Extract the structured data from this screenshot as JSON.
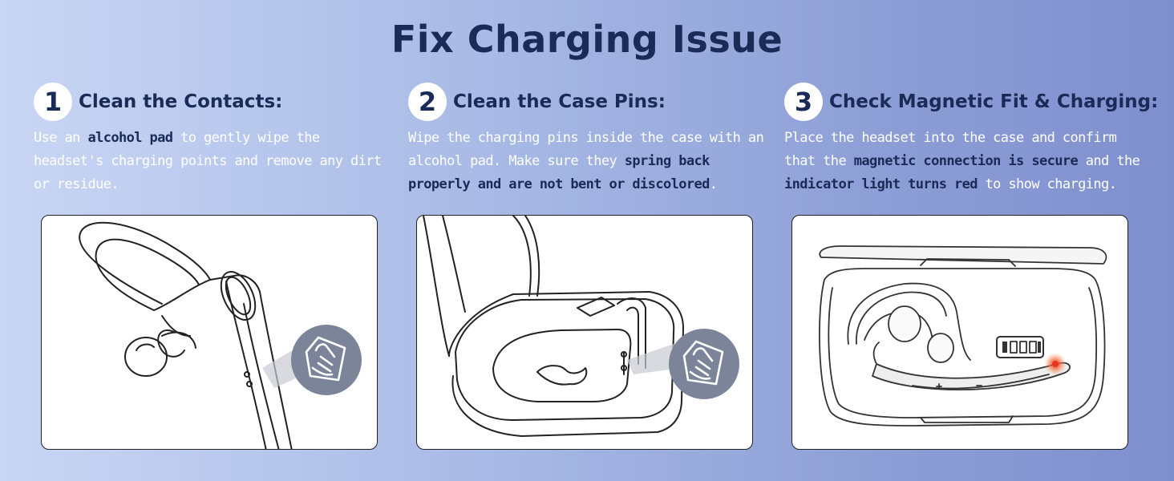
{
  "page": {
    "title": "Fix Charging Issue"
  },
  "steps": [
    {
      "number": "1",
      "title": "Clean the Contacts:",
      "desc": [
        {
          "text": "Use an ",
          "hl": false
        },
        {
          "text": "alcohol pad",
          "hl": true
        },
        {
          "text": " to gently wipe the headset's charging points and remove any dirt or residue.",
          "hl": false
        }
      ]
    },
    {
      "number": "2",
      "title": "Clean the Case Pins:",
      "desc": [
        {
          "text": "Wipe the charging pins inside the case with an alcohol pad. Make sure they ",
          "hl": false
        },
        {
          "text": "spring back properly and are not bent or discolored",
          "hl": true
        },
        {
          "text": ".",
          "hl": false
        }
      ]
    },
    {
      "number": "3",
      "title": "Check Magnetic Fit & Charging:",
      "desc": [
        {
          "text": "Place the headset into the case and confirm that the ",
          "hl": false
        },
        {
          "text": "magnetic connection is secure",
          "hl": true
        },
        {
          "text": " and the ",
          "hl": false
        },
        {
          "text": "indicator light turns red",
          "hl": true
        },
        {
          "text": " to show charging.",
          "hl": false
        }
      ]
    }
  ],
  "colors": {
    "heading": "#1b2b57",
    "body_text": "#ffffff",
    "icon_badge": "#7c8499",
    "indicator_light": "#e8331f"
  },
  "icons": {
    "step1": "headset-wipe-illustration",
    "step2": "case-pins-illustration",
    "step3": "headset-in-case-illustration",
    "badge": "hand-wipe-icon"
  }
}
